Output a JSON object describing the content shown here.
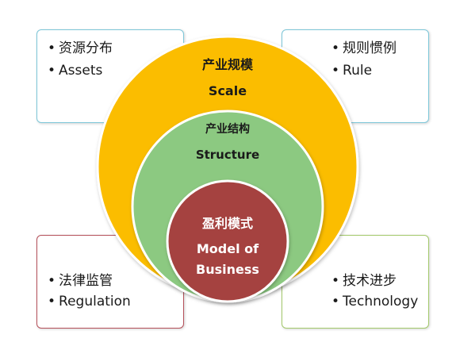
{
  "boxes": {
    "top_left": {
      "line1": "资源分布",
      "line2": "Assets",
      "border": "#7dc7d9"
    },
    "top_right": {
      "line1": "规则惯例",
      "line2": "Rule",
      "border": "#7dc7d9"
    },
    "bottom_left": {
      "line1": "法律监管",
      "line2": "Regulation",
      "border": "#b5505a"
    },
    "bottom_right": {
      "line1": "技术进步",
      "line2": "Technology",
      "border": "#a3c96b"
    }
  },
  "rings": {
    "outer": {
      "zh": "产业规模",
      "en": "Scale",
      "fill": "#fbbd06"
    },
    "middle": {
      "zh": "产业结构",
      "en": "Structure",
      "fill": "#8cc981"
    },
    "inner": {
      "zh": "盈利模式",
      "en": "Model of",
      "en2": "Business",
      "fill": "#a5433f"
    }
  },
  "bullet": "•"
}
